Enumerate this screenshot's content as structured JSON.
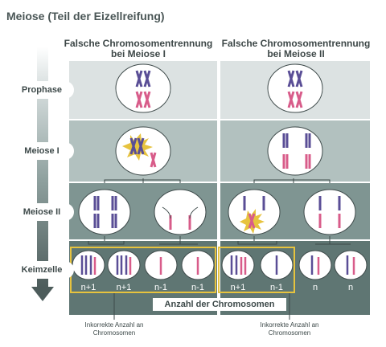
{
  "title": "Meiose (Teil der Eizellreifung)",
  "columns": [
    {
      "line1": "Falsche Chromosomentrennung",
      "line2": "bei Meiose I"
    },
    {
      "line1": "Falsche Chromosomentrennung",
      "line2": "bei Meiose II"
    }
  ],
  "stages": [
    "Prophase",
    "Meiose I",
    "Meiose II",
    "Keimzelle"
  ],
  "counts": {
    "left": [
      "n+1",
      "n+1",
      "n-1",
      "n-1"
    ],
    "right": [
      "n+1",
      "n-1",
      "n",
      "n"
    ]
  },
  "legend": "Anzahl der Chromosomen",
  "note": {
    "line1": "Inkorrekte Anzahl an",
    "line2": "Chromosomen"
  },
  "colors": {
    "purple": "#5a4e96",
    "pink": "#d85c8a",
    "highlight": "#e7c33e",
    "band_light": "#dce2e2",
    "band_mid": "#b2c1bf",
    "band_dark": "#7f9592",
    "band_darkest": "#5f7673"
  }
}
